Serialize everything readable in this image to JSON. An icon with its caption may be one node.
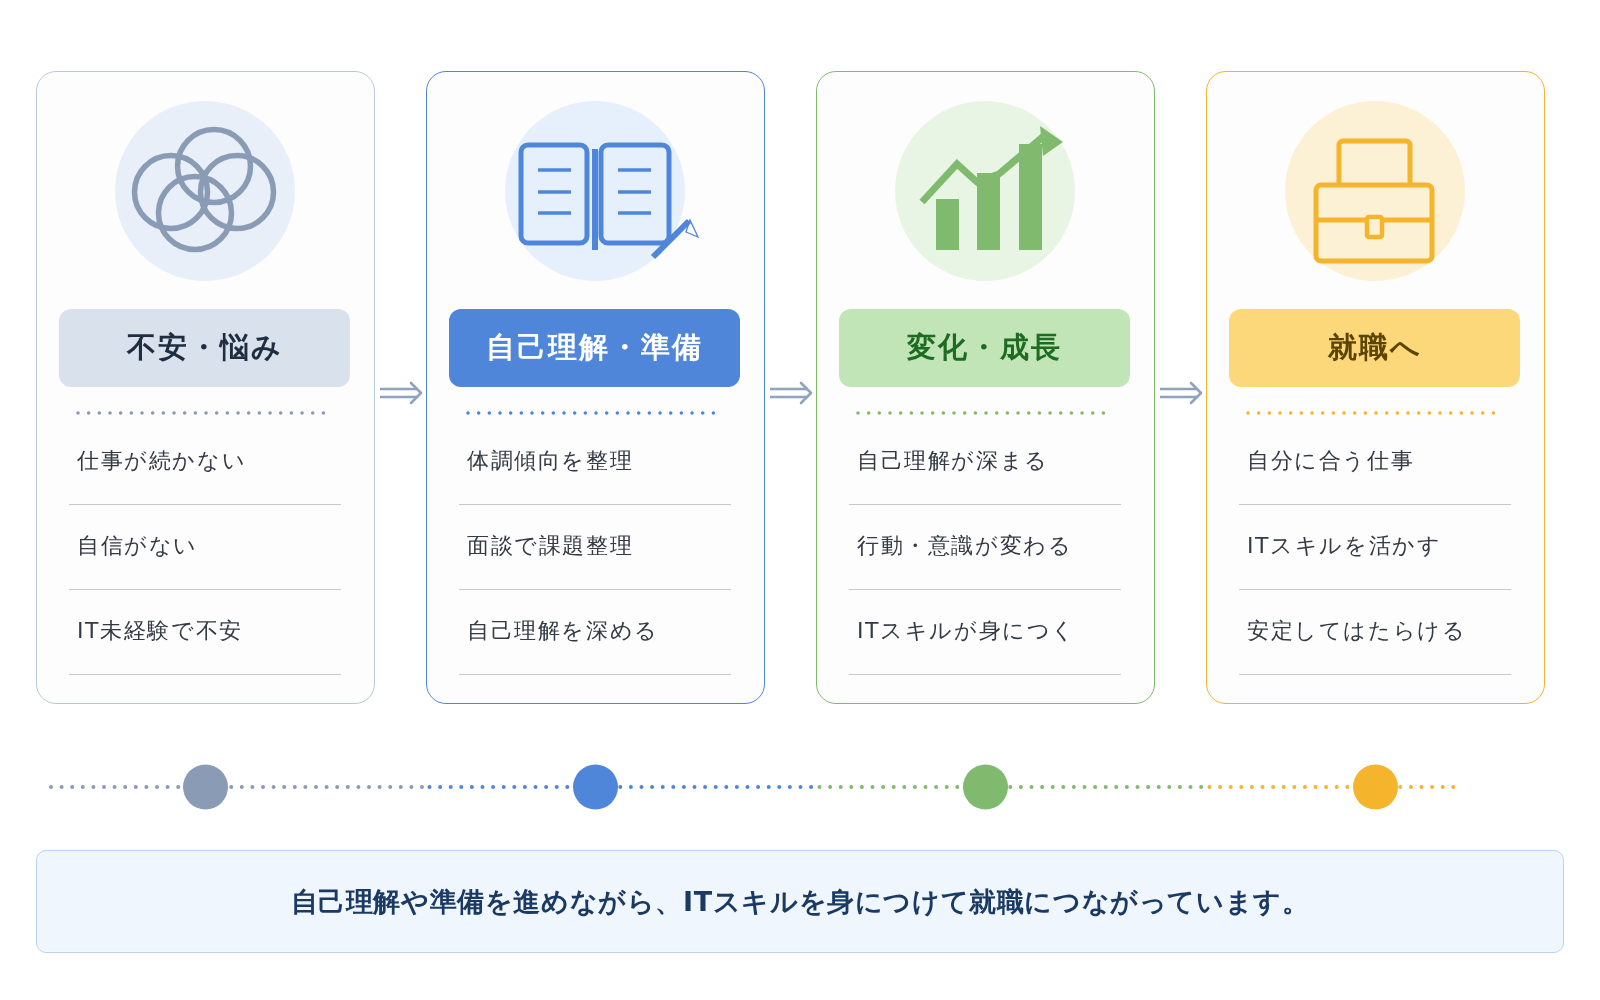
{
  "diagram": {
    "nodes": [
      {
        "text": [
          "仕事が続かない",
          "自信がない",
          "IT未経験で不安"
        ]
      },
      {
        "text": [
          "不安・悩み"
        ],
        "in": 0
      },
      {
        "text": [
          "体調傾向を整理",
          "面談で課題整理",
          "自己理解を深める"
        ]
      },
      {
        "text": [
          "自己理解・準備"
        ],
        "in": 2
      },
      {
        "text": [
          "自己理解が深まる",
          "行動・意識が変わる",
          "ITスキルが身につく"
        ]
      },
      {
        "text": [
          "変化・成長"
        ],
        "in": 4
      },
      {
        "text": [
          "自分に合う仕事",
          "ITスキルを活かす",
          "安定してはたらける"
        ]
      },
      {
        "text": [
          "就職へ"
        ],
        "in": 6
      },
      {
        "text": [
          "自己理解や準備を進めながら、ITスキルを身につけて就職につながっています。"
        ]
      }
    ],
    "edges": [
      {
        "from": 0,
        "to": 2,
        "arrow": "to"
      },
      {
        "from": 2,
        "to": 4,
        "arrow": "to"
      },
      {
        "from": 4,
        "to": 6,
        "arrow": "to"
      }
    ]
  }
}
